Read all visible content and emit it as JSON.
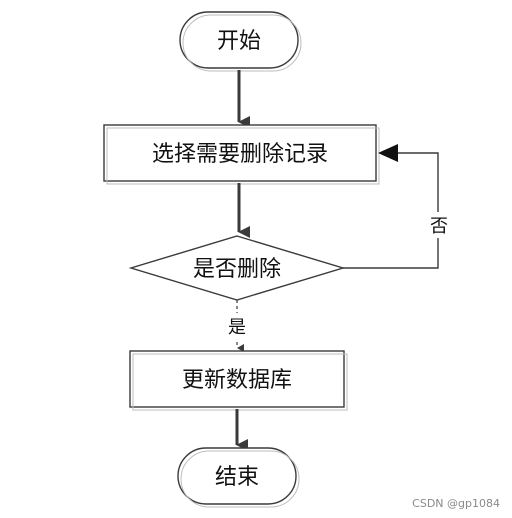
{
  "nodes": {
    "start": "开始",
    "select": "选择需要删除记录",
    "decision": "是否删除",
    "update": "更新数据库",
    "end": "结束"
  },
  "edges": {
    "yes": "是",
    "no": "否"
  },
  "watermark": "CSDN @gp1084",
  "colors": {
    "stroke": "#3a3a3a",
    "text": "#111111",
    "watermark": "#8a8a8a",
    "background": "#ffffff"
  }
}
